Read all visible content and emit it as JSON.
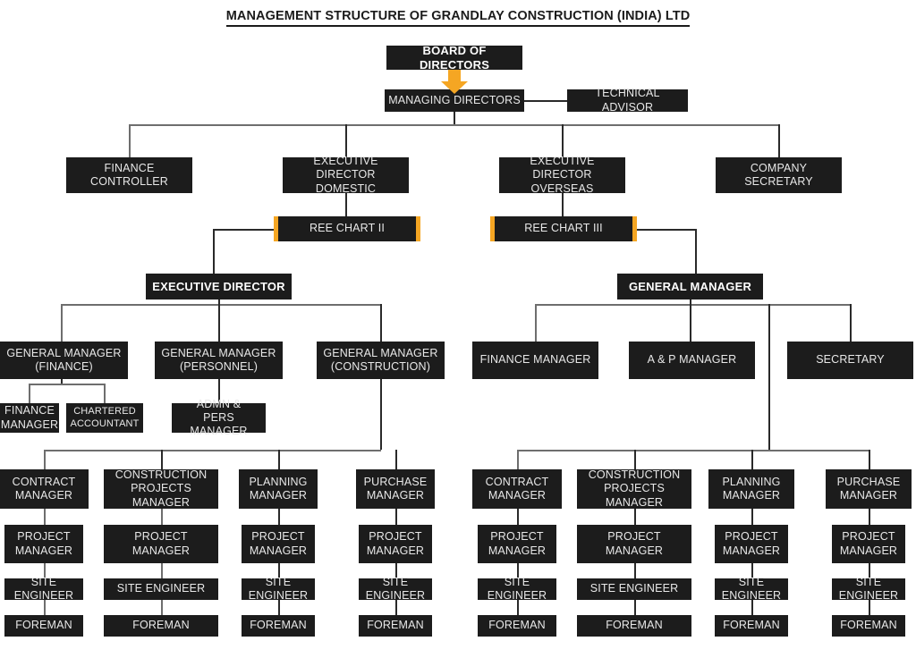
{
  "title": "MANAGEMENT STRUCTURE OF GRANDLAY CONSTRUCTION (INDIA) LTD",
  "colors": {
    "box_fill": "#1c1c1c",
    "box_text": "#e8e8e8",
    "accent_orange": "#f5a623",
    "connector": "#6e6e6e",
    "background": "#ffffff"
  },
  "nodes": {
    "board_of_directors": "BOARD OF DIRECTORS",
    "managing_directors": "MANAGING DIRECTORS",
    "technical_advisor": "TECHNICAL ADVISOR",
    "finance_controller": "FINANCE\nCONTROLLER",
    "exec_director_domestic": "EXECUTIVE DIRECTOR\nDOMESTIC",
    "exec_director_overseas": "EXECUTIVE DIRECTOR\nOVERSEAS",
    "company_secretary": "COMPANY\nSECRETARY",
    "ree_chart_2": "REE CHART II",
    "ree_chart_3": "REE CHART III",
    "executive_director": "EXECUTIVE DIRECTOR",
    "general_manager": "GENERAL MANAGER",
    "gm_finance": "GENERAL MANAGER\n(FINANCE)",
    "gm_personnel": "GENERAL MANAGER\n(PERSONNEL)",
    "gm_construction": "GENERAL MANAGER\n(CONSTRUCTION)",
    "finance_manager_small": "FINANCE\nMANAGER",
    "chartered_accountant": "CHARTERED\nACCOUNTANT",
    "admn_pers_manager": "ADMN &\nPERS MANAGER",
    "finance_manager": "FINANCE MANAGER",
    "ap_manager": "A & P MANAGER",
    "secretary": "SECRETARY"
  },
  "left_branch_columns": [
    {
      "head": "CONTRACT\nMANAGER",
      "chain": [
        "PROJECT\nMANAGER",
        "SITE ENGINEER",
        "FOREMAN"
      ]
    },
    {
      "head": "CONSTRUCTION\nPROJECTS MANAGER",
      "chain": [
        "PROJECT\nMANAGER",
        "SITE ENGINEER",
        "FOREMAN"
      ]
    },
    {
      "head": "PLANNING\nMANAGER",
      "chain": [
        "PROJECT\nMANAGER",
        "SITE ENGINEER",
        "FOREMAN"
      ]
    },
    {
      "head": "PURCHASE\nMANAGER",
      "chain": [
        "PROJECT\nMANAGER",
        "SITE ENGINEER",
        "FOREMAN"
      ]
    }
  ],
  "right_branch_columns": [
    {
      "head": "CONTRACT\nMANAGER",
      "chain": [
        "PROJECT\nMANAGER",
        "SITE ENGINEER",
        "FOREMAN"
      ]
    },
    {
      "head": "CONSTRUCTION\nPROJECTS MANAGER",
      "chain": [
        "PROJECT\nMANAGER",
        "SITE ENGINEER",
        "FOREMAN"
      ]
    },
    {
      "head": "PLANNING\nMANAGER",
      "chain": [
        "PROJECT\nMANAGER",
        "SITE ENGINEER",
        "FOREMAN"
      ]
    },
    {
      "head": "PURCHASE\nMANAGER",
      "chain": [
        "PROJECT\nMANAGER",
        "SITE ENGINEER",
        "FOREMAN"
      ]
    }
  ]
}
